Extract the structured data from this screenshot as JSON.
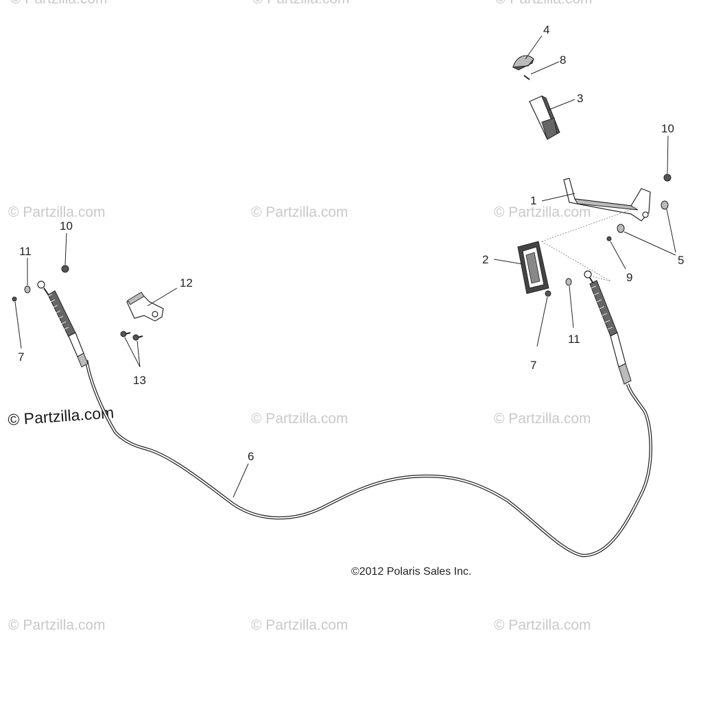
{
  "diagram": {
    "copyright": "©2012 Polaris Sales Inc.",
    "watermark_main": "© Partzilla.com",
    "watermark_faint": "© Partzilla.com",
    "callouts": {
      "c1": "1",
      "c2": "2",
      "c3": "3",
      "c4": "4",
      "c5": "5",
      "c6": "6",
      "c7_left": "7",
      "c7_right": "7",
      "c8": "8",
      "c9": "9",
      "c10_left": "10",
      "c10_right": "10",
      "c11_left": "11",
      "c11_right": "11",
      "c12": "12",
      "c13": "13"
    }
  }
}
